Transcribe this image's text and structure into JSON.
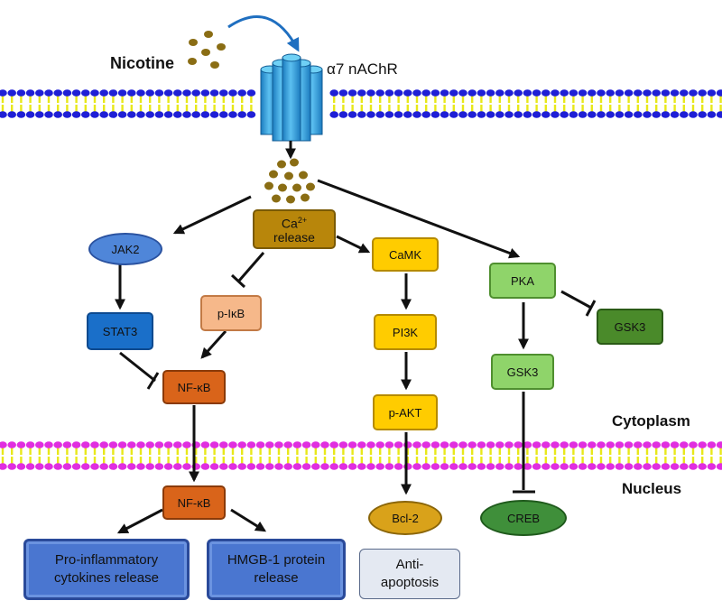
{
  "ligand": {
    "label": "Nicotine"
  },
  "receptor": {
    "label": "α7 nAChR"
  },
  "calcium": {
    "symbol": "Ca",
    "superscript": "2+",
    "text": "release"
  },
  "nodes": {
    "jak2": "JAK2",
    "stat3": "STAT3",
    "pikb": "p-IκB",
    "nfkb_cyto": "NF-κB",
    "camk": "CaMK",
    "pi3k": "PI3K",
    "pakt": "p-AKT",
    "pka": "PKA",
    "gsk3_inhibited": "GSK3",
    "gsk3": "GSK3",
    "nfkb_nuc": "NF-κB",
    "bcl2": "Bcl-2",
    "creb": "CREB"
  },
  "outcomes": {
    "cytokines": "Pro-inflammatory cytokines release",
    "hmgb1": "HMGB-1 protein release",
    "anti_apoptosis": "Anti-apoptosis"
  },
  "compartments": {
    "cytoplasm": "Cytoplasm",
    "nucleus": "Nucleus"
  },
  "colors": {
    "membrane_top_head": "#1f1fd6",
    "membrane_bottom_head": "#e02ee0",
    "lipid_tail": "#e8e81a",
    "receptor": "#3aa7e0",
    "particles": "#8a6d14",
    "calcium_box": "#b8860b",
    "jak2": "#4f86d9",
    "stat3": "#1a6fc9",
    "pikb": "#f6b88a",
    "nfkb": "#d9641a",
    "camk_path": "#ffcc00",
    "pka": "#8fd46a",
    "gsk3_dark": "#4a8a2a",
    "creb": "#3f8f3a",
    "outcome_blue": "#4a76d0",
    "outcome_grey": "#e4e9f2"
  }
}
